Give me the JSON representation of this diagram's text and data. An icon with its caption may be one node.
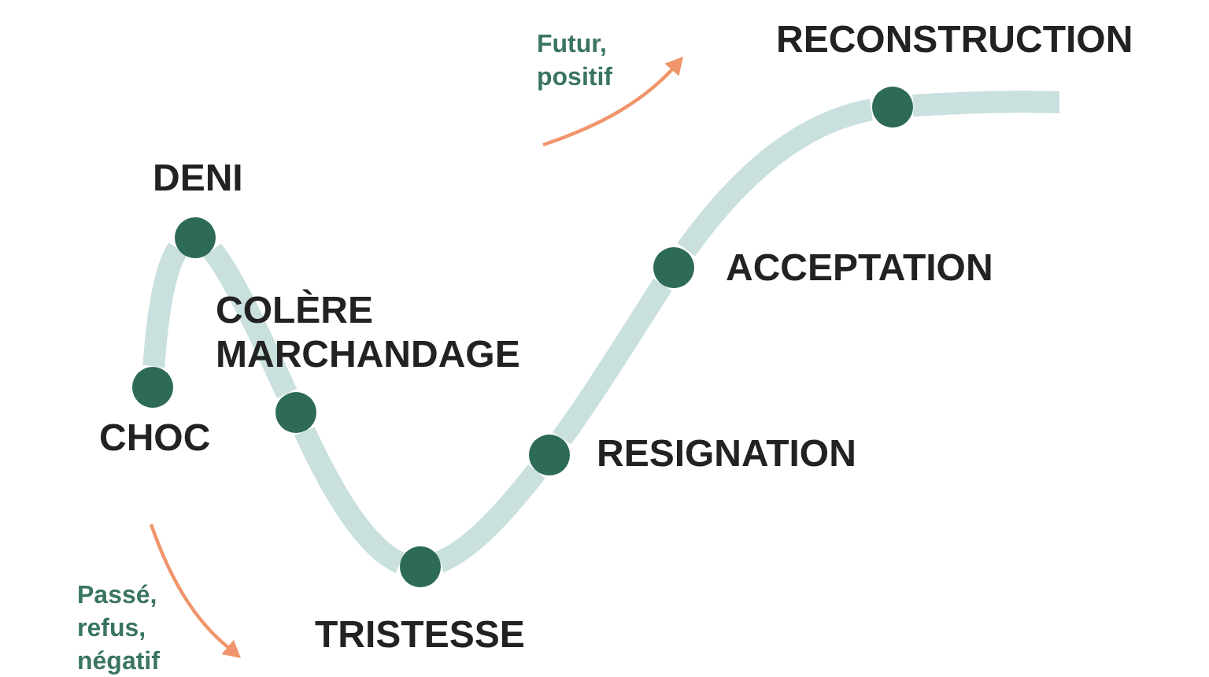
{
  "diagram": {
    "nodes": [
      {
        "text": [],
        "shape": "circle",
        "beside": [
          "CHOC"
        ]
      },
      {
        "text": [],
        "shape": "circle",
        "beside": [
          "DENI"
        ]
      },
      {
        "text": [],
        "shape": "circle",
        "beside": [
          "COLÈRE",
          "MARCHANDAGE"
        ]
      },
      {
        "text": [],
        "shape": "circle",
        "beside": [
          "TRISTESSE"
        ]
      },
      {
        "text": [],
        "shape": "circle",
        "beside": [
          "RESIGNATION"
        ]
      },
      {
        "text": [],
        "shape": "circle",
        "beside": [
          "ACCEPTATION"
        ]
      },
      {
        "text": [],
        "shape": "circle",
        "beside": [
          "RECONSTRUCTION"
        ]
      }
    ],
    "edges": [
      {
        "from": 0,
        "to": 1,
        "arrow": "none"
      },
      {
        "from": 1,
        "to": 2,
        "arrow": "none"
      },
      {
        "from": 2,
        "to": 3,
        "arrow": "none"
      },
      {
        "from": 3,
        "to": 4,
        "arrow": "none"
      },
      {
        "from": 4,
        "to": 5,
        "arrow": "none"
      },
      {
        "from": 5,
        "to": 6,
        "arrow": "none"
      },
      {
        "from": 6,
        "to": null,
        "arrow": "none"
      }
    ],
    "labels": [
      "Futur, positif",
      "Passé, refus, négatif"
    ]
  }
}
